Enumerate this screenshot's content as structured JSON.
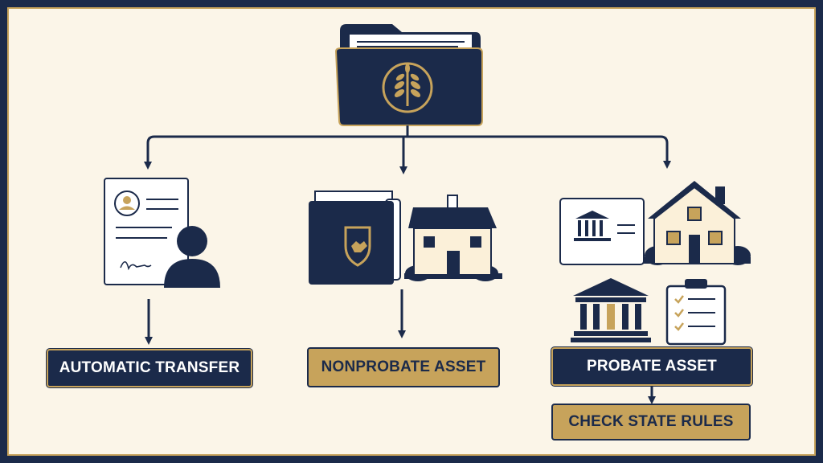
{
  "colors": {
    "navy": "#1b2a4a",
    "gold": "#c7a35b",
    "cream": "#fbf5e8",
    "background": "#fbf5e8"
  },
  "icons": {
    "root": "folder-leaf-icon",
    "left": "signed-document-person-icon",
    "middle_a": "folder-handshake-shield-icon",
    "middle_b": "house-icon",
    "right_a": "bank-document-icon",
    "right_b": "house-icon",
    "right_c": "bank-building-icon",
    "right_d": "checklist-clipboard-icon"
  },
  "labels": {
    "automatic_transfer": "AUTOMATIC TRANSFER",
    "nonprobate_asset": "NONPROBATE ASSET",
    "probate_asset": "PROBATE ASSET",
    "check_state_rules": "CHECK STATE RULES"
  }
}
